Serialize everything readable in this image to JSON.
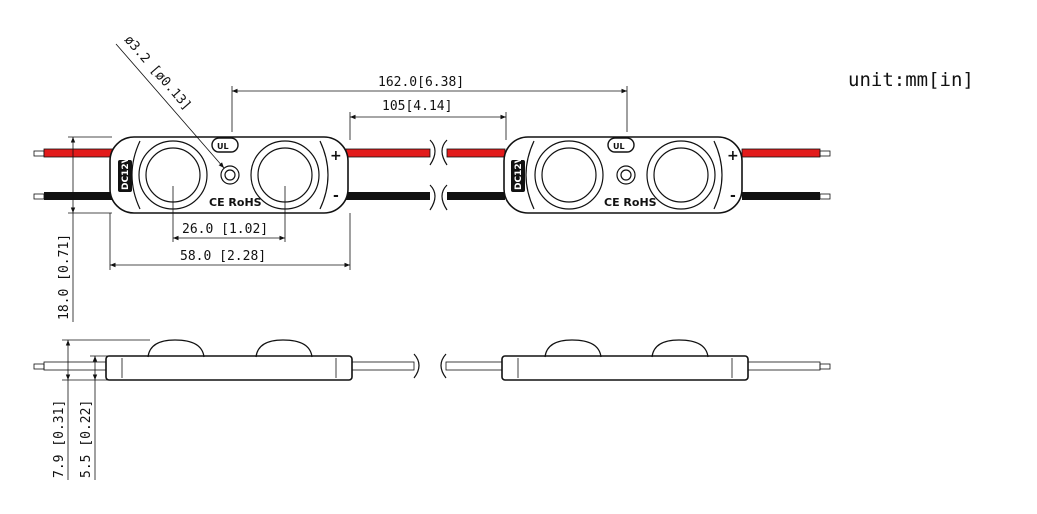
{
  "unit_label": "unit:mm[in]",
  "dimensions": {
    "hole_diameter": "ø3.2 [ø0.13]",
    "pitch": "162.0[6.38]",
    "gap": "105[4.14]",
    "lens_spacing": "26.0 [1.02]",
    "length": "58.0 [2.28]",
    "width": "18.0 [0.71]",
    "total_height": "7.9 [0.31]",
    "body_height": "5.5 [0.22]"
  },
  "markings": {
    "voltage": "DC12V",
    "ul_mark": "UL",
    "ce_rohs": "CE RoHS",
    "plus": "+",
    "minus": "-"
  },
  "colors": {
    "red_wire": "#e21b1b",
    "black_wire": "#111111",
    "outline": "#111111"
  }
}
